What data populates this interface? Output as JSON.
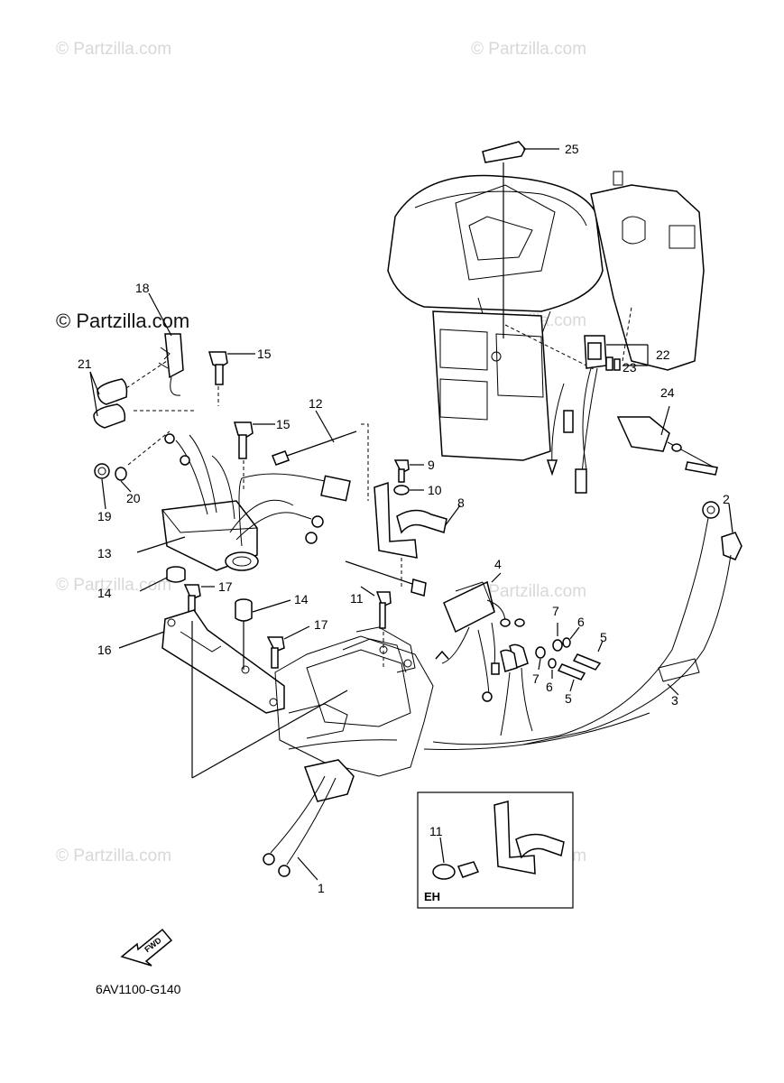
{
  "watermarks": {
    "light": "© Partzilla.com",
    "dark": "© Partzilla.com"
  },
  "diagram_code": "6AV1100-G140",
  "fwd_label": "FWD",
  "inset_label": "EH",
  "inset_callout": "11",
  "callouts": {
    "c1": "1",
    "c2": "2",
    "c3": "3",
    "c4": "4",
    "c5a": "5",
    "c5b": "5",
    "c6a": "6",
    "c6b": "6",
    "c7a": "7",
    "c7b": "7",
    "c8": "8",
    "c9": "9",
    "c10": "10",
    "c11": "11",
    "c12": "12",
    "c13": "13",
    "c14a": "14",
    "c14b": "14",
    "c15a": "15",
    "c15b": "15",
    "c16": "16",
    "c17a": "17",
    "c17b": "17",
    "c18": "18",
    "c19": "19",
    "c20": "20",
    "c21": "21",
    "c22": "22",
    "c23": "23",
    "c24": "24",
    "c25": "25"
  }
}
